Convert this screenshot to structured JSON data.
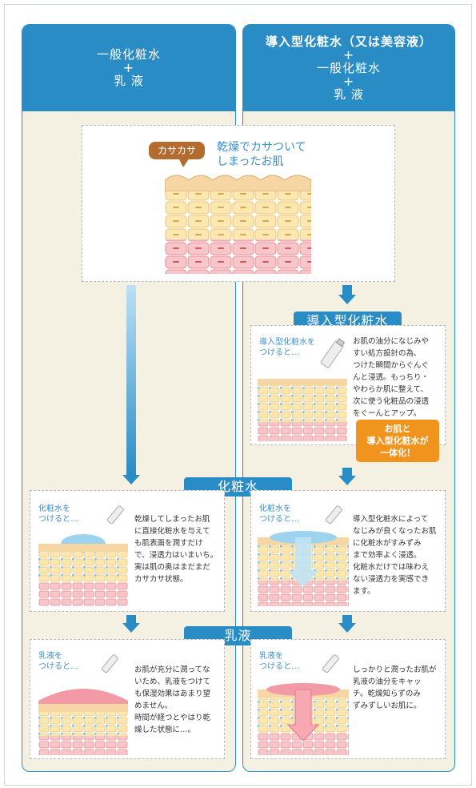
{
  "left_column": {
    "line1": "一般化粧水",
    "plus": "+",
    "line2": "乳 液"
  },
  "right_column": {
    "line1": "導入型化粧水（又は美容液）",
    "plus1": "+",
    "line2": "一般化粧水",
    "plus2": "+",
    "line3": "乳 液"
  },
  "top_panel": {
    "badge": "カサカサ",
    "caption_line1": "乾燥でカサついて",
    "caption_line2": "しまったお肌"
  },
  "banners": {
    "introduction_toner": "導入型化粧水",
    "toner": "化粧水",
    "milk": "乳液"
  },
  "intro_panel": {
    "label_line1": "導入型化粧水を",
    "label_line2": "つけると…",
    "text": [
      "お肌の油分になじみや",
      "すい処方設計の為、",
      "つけた瞬間からぐんぐ",
      "んと浸透。もっちり・",
      "やわらか肌に整えて、",
      "次に使う化粧品の浸透",
      "をぐーんとアップ。"
    ],
    "badge": [
      "お肌と",
      "導入型化粧水が",
      "一体化！"
    ]
  },
  "toner_left": {
    "label_line1": "化粧水を",
    "label_line2": "つけると…",
    "text": [
      "乾燥してしまったお肌",
      "に直接化粧水を与えて",
      "も肌表面を潤すだけ",
      "で、浸透力はいまいち。",
      "実は肌の奥はまだまだ",
      "カサカサ状態。"
    ]
  },
  "toner_right": {
    "label_line1": "化粧水を",
    "label_line2": "つけると…",
    "text": [
      "導入型化粧水によって",
      "なじみが良くなったお肌",
      "に化粧水がすみずみ",
      "まで効率よく浸透。",
      "化粧水だけでは味わえ",
      "ない浸透力を実感でき",
      "ます。"
    ]
  },
  "milk_left": {
    "label_line1": "乳液を",
    "label_line2": "つけると…",
    "text": [
      "お肌が充分に潤ってな",
      "いため、乳液をつけて",
      "も保湿効果はあまり望",
      "めません。",
      "時間が経つとやはり乾",
      "燥した状態に…。"
    ]
  },
  "milk_right": {
    "label_line1": "乳液を",
    "label_line2": "つけると…",
    "text": [
      "しっかりと潤ったお肌が",
      "乳液の油分をキャッ",
      "チ。乾燥知らずのみ",
      "ずみずしいお肌に。"
    ]
  },
  "colors": {
    "primary_blue": "#2a8cc4",
    "badge_orange": "#f0941e",
    "badge_brown": "#b36b2e",
    "panel_bg": "#f4f1e2"
  }
}
